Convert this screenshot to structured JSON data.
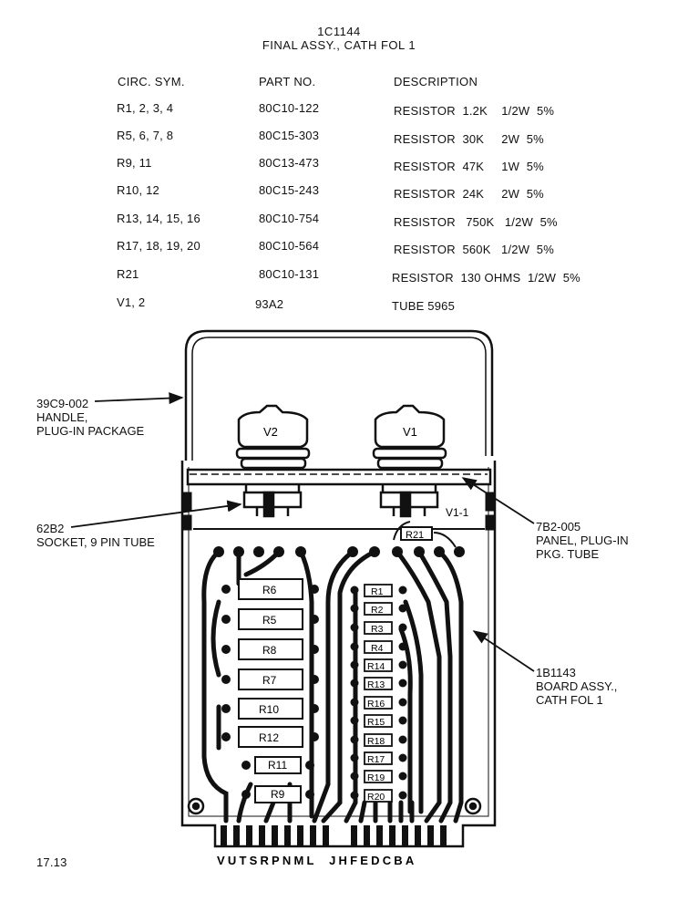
{
  "document": {
    "drawing_number": "1C1144",
    "title": "FINAL ASSY., CATH FOL 1",
    "page_number": "17.13"
  },
  "parts_table": {
    "headers": [
      "CIRC. SYM.",
      "PART NO.",
      "DESCRIPTION"
    ],
    "rows": [
      {
        "symbol": "R1, 2, 3, 4",
        "part_no": "80C10-122",
        "description": "RESISTOR  1.2K    1/2W  5%"
      },
      {
        "symbol": "R5, 6, 7, 8",
        "part_no": "80C15-303",
        "description": "RESISTOR  30K     2W  5%"
      },
      {
        "symbol": "R9, 11",
        "part_no": "80C13-473",
        "description": "RESISTOR  47K     1W  5%"
      },
      {
        "symbol": "R10, 12",
        "part_no": "80C15-243",
        "description": "RESISTOR  24K     2W  5%"
      },
      {
        "symbol": "R13, 14, 15, 16",
        "part_no": "80C10-754",
        "description": "RESISTOR   750K   1/2W  5%"
      },
      {
        "symbol": "R17, 18, 19, 20",
        "part_no": "80C10-564",
        "description": "RESISTOR  560K   1/2W  5%"
      },
      {
        "symbol": "R21",
        "part_no": "80C10-131",
        "description": "RESISTOR  130 OHMS  1/2W  5%"
      },
      {
        "symbol": "V1, 2",
        "part_no": "93A2",
        "description": "TUBE 5965"
      }
    ]
  },
  "callouts": {
    "handle": "39C9-002\nHANDLE,\nPLUG-IN PACKAGE",
    "socket": "62B2\nSOCKET, 9 PIN TUBE",
    "panel": "7B2-005\nPANEL, PLUG-IN\nPKG. TUBE",
    "board": "1B1143\nBOARD ASSY.,\nCATH FOL 1"
  },
  "diagram": {
    "tubes": [
      "V2",
      "V1"
    ],
    "pin_label": "V1-1",
    "r21_label": "R21",
    "left_resistors": [
      "R6",
      "R5",
      "R8",
      "R7",
      "R10",
      "R12",
      "R11",
      "R9"
    ],
    "right_resistors": [
      "R1",
      "R2",
      "R3",
      "R4",
      "R14",
      "R13",
      "R16",
      "R15",
      "R18",
      "R17",
      "R19",
      "R20"
    ],
    "edge_connector_letters": "VUTSRPNML  JHFEDCBA"
  }
}
